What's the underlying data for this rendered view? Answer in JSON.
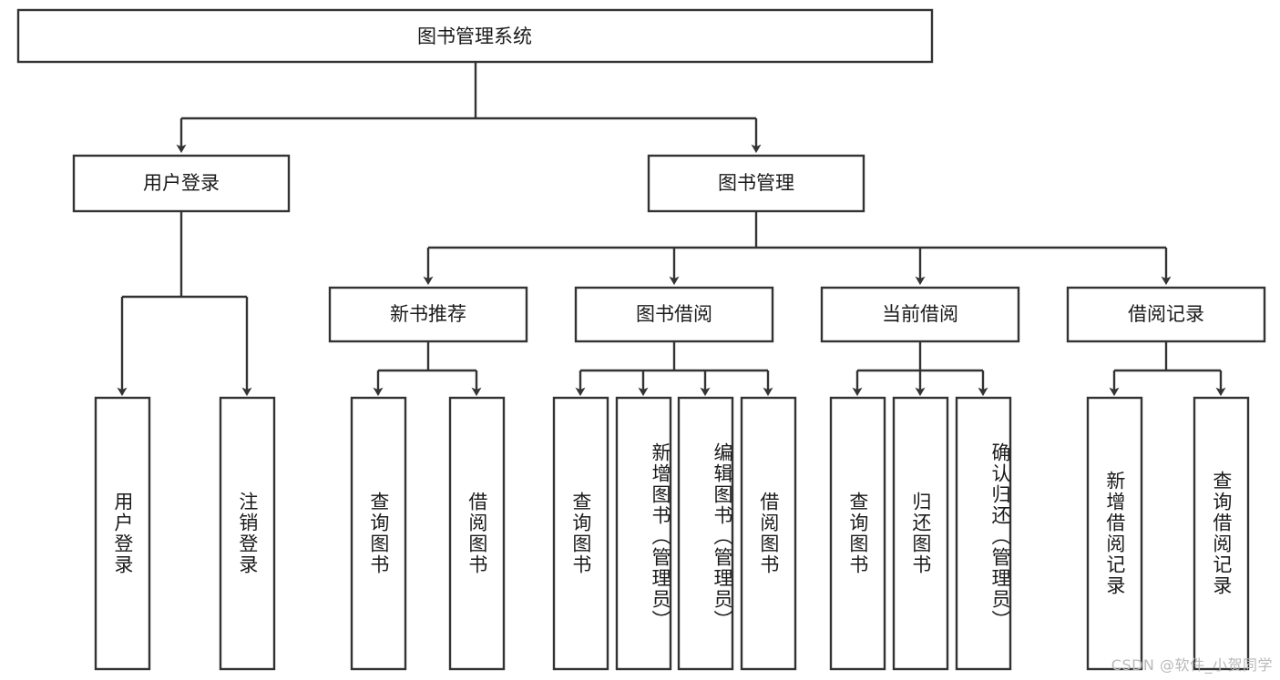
{
  "diagram": {
    "type": "tree-hierarchy",
    "title": "图书管理系统",
    "orientation": "top-down",
    "colors": {
      "box_stroke": "#333333",
      "box_fill": "#ffffff",
      "text": "#1a1a1a",
      "watermark": "#b9b9b9",
      "background": "#ffffff"
    },
    "root": {
      "label": "图书管理系统"
    },
    "level2": [
      {
        "label": "用户登录"
      },
      {
        "label": "图书管理"
      }
    ],
    "level3": [
      {
        "label": "新书推荐"
      },
      {
        "label": "图书借阅"
      },
      {
        "label": "当前借阅"
      },
      {
        "label": "借阅记录"
      }
    ],
    "leaves": {
      "user_login": [
        {
          "label": "用户登录"
        },
        {
          "label": "注销登录"
        }
      ],
      "new_book_recommend": [
        {
          "label": "查询图书"
        },
        {
          "label": "借阅图书"
        }
      ],
      "book_borrow": [
        {
          "label": "查询图书"
        },
        {
          "label": "新增图书（管理员）"
        },
        {
          "label": "编辑图书（管理员）"
        },
        {
          "label": "借阅图书"
        }
      ],
      "current_borrow": [
        {
          "label": "查询图书"
        },
        {
          "label": "归还图书"
        },
        {
          "label": "确认归还（管理员）"
        }
      ],
      "borrow_record": [
        {
          "label": "新增借阅记录"
        },
        {
          "label": "查询借阅记录"
        }
      ]
    }
  },
  "watermark": {
    "text": "CSDN @软件_小贺同学"
  }
}
